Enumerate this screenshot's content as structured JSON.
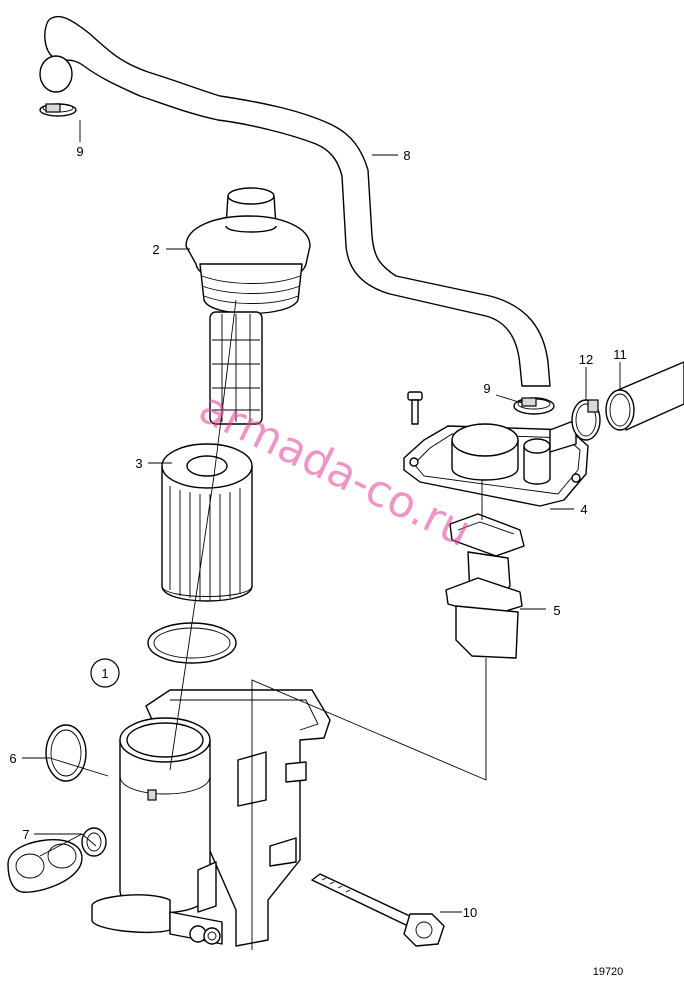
{
  "callouts": {
    "c1": "1",
    "c2": "2",
    "c3": "3",
    "c4": "4",
    "c5": "5",
    "c6": "6",
    "c7": "7",
    "c8": "8",
    "c9a": "9",
    "c9b": "9",
    "c10": "10",
    "c11": "11",
    "c12": "12"
  },
  "figure_number": "19720",
  "watermark": "armada-co.ru"
}
